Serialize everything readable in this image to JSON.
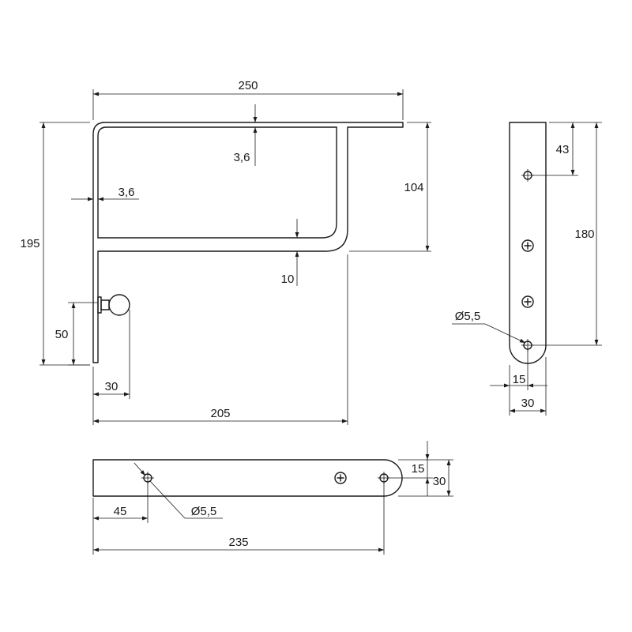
{
  "dimensions": {
    "top_width": "250",
    "top_thickness": "3,6",
    "side_thickness": "3,6",
    "arm_height": "104",
    "total_height": "195",
    "arm_bar": "10",
    "knob_height": "50",
    "knob_offset": "30",
    "arm_length": "205",
    "side_hole_top": "43",
    "side_length": "180",
    "side_hole_dia": "Ø5,5",
    "side_hole_center": "15",
    "side_width": "30",
    "bottom_hole_edge": "15",
    "bottom_width": "30",
    "bottom_hole_offset": "45",
    "bottom_hole_dia": "Ø5,5",
    "bottom_length": "235"
  }
}
